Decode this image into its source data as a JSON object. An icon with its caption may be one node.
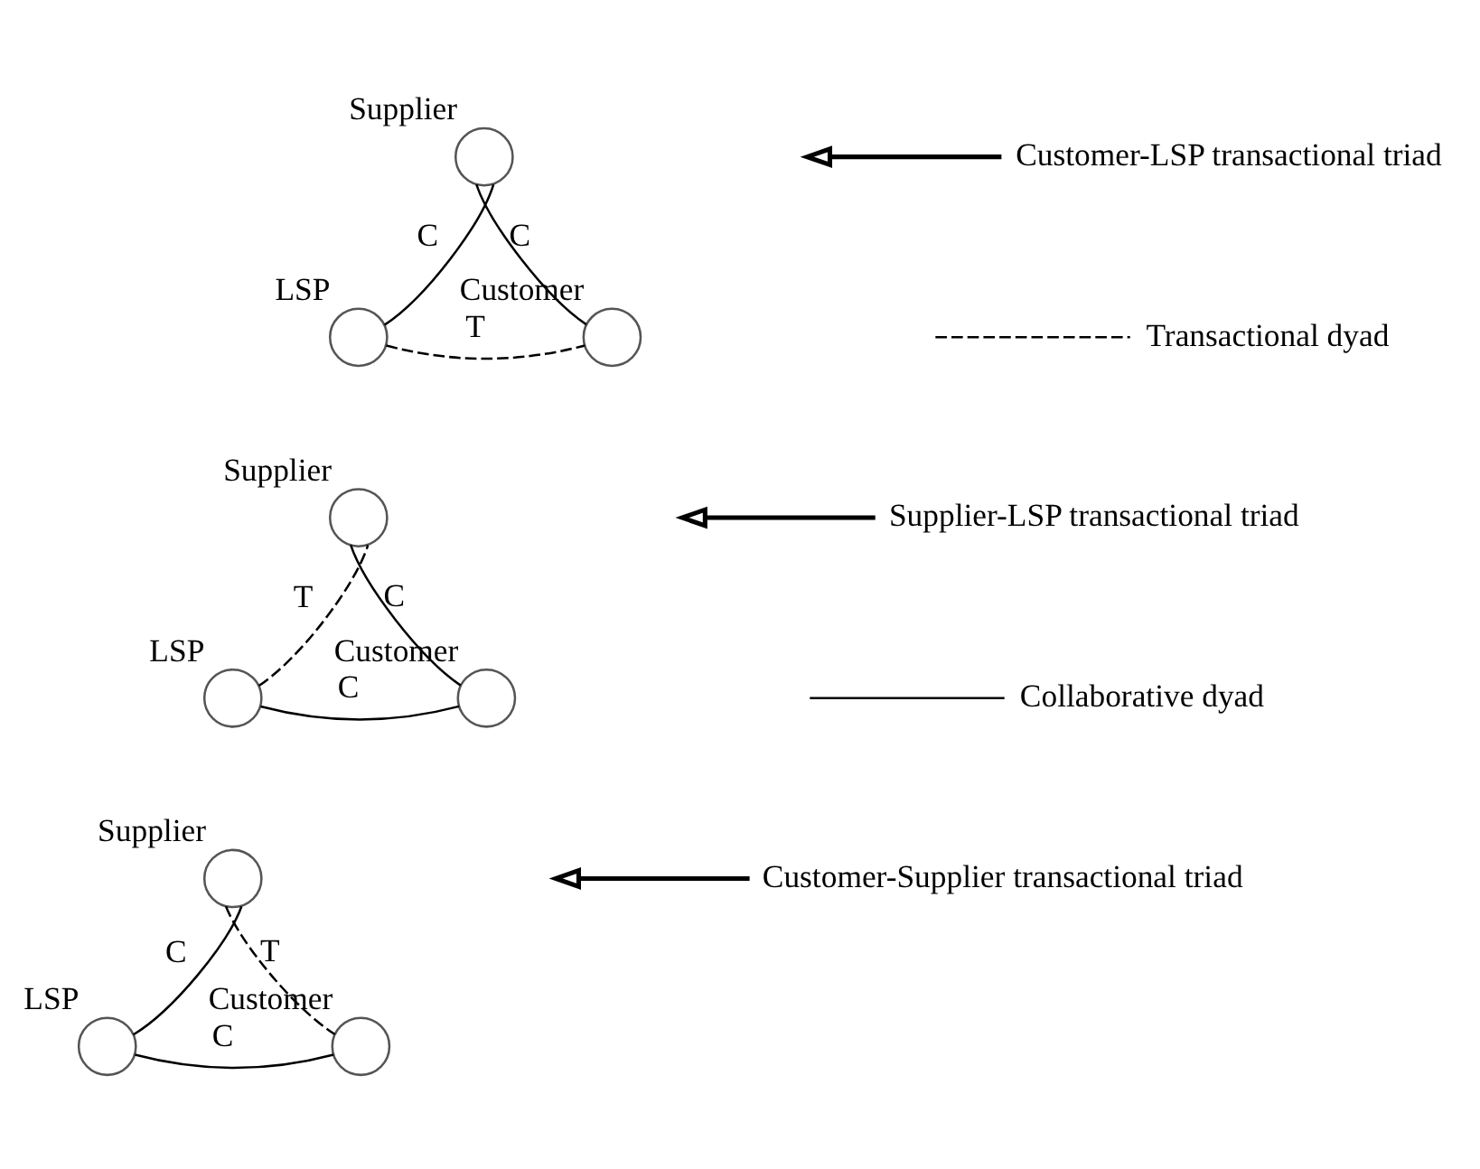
{
  "diagram": {
    "nodes": [
      {
        "text": [],
        "shape": "circle",
        "beside": [
          "Supplier"
        ]
      },
      {
        "text": [],
        "shape": "circle",
        "beside": [
          "LSP"
        ]
      },
      {
        "text": [],
        "shape": "circle",
        "beside": [
          "Customer"
        ]
      },
      {
        "text": [],
        "shape": "circle",
        "beside": [
          "Supplier"
        ]
      },
      {
        "text": [],
        "shape": "circle",
        "beside": [
          "LSP"
        ]
      },
      {
        "text": [],
        "shape": "circle",
        "beside": [
          "Customer"
        ]
      },
      {
        "text": [],
        "shape": "circle",
        "beside": [
          "Supplier"
        ]
      },
      {
        "text": [],
        "shape": "circle",
        "beside": [
          "LSP"
        ]
      },
      {
        "text": [],
        "shape": "circle",
        "beside": [
          "Customer"
        ]
      },
      {
        "text": [
          "Customer-LSP transactional triad"
        ]
      },
      {
        "text": [
          "Supplier-LSP transactional triad"
        ]
      },
      {
        "text": [
          "Customer-Supplier transactional triad"
        ]
      }
    ],
    "edges": [
      {
        "from": 1,
        "to": 0,
        "arrow": "none",
        "label": "C"
      },
      {
        "from": 0,
        "to": 2,
        "arrow": "none",
        "label": "C"
      },
      {
        "from": 1,
        "to": 2,
        "arrow": "none",
        "label": "T",
        "style": "dashed"
      },
      {
        "from": 4,
        "to": 3,
        "arrow": "none",
        "label": "T",
        "style": "dashed"
      },
      {
        "from": 3,
        "to": 5,
        "arrow": "none",
        "label": "C"
      },
      {
        "from": 4,
        "to": 5,
        "arrow": "none",
        "label": "C"
      },
      {
        "from": 7,
        "to": 6,
        "arrow": "none",
        "label": "C"
      },
      {
        "from": 6,
        "to": 8,
        "arrow": "none",
        "label": "T",
        "style": "dashed"
      },
      {
        "from": 7,
        "to": 8,
        "arrow": "none",
        "label": "C"
      },
      {
        "from": 9,
        "to": null,
        "arrow": "to"
      },
      {
        "from": 10,
        "to": null,
        "arrow": "to"
      },
      {
        "from": 11,
        "to": null,
        "arrow": "to"
      }
    ],
    "legend": [
      {
        "text": "Transactional dyad"
      },
      {
        "text": "Collaborative dyad"
      }
    ]
  }
}
